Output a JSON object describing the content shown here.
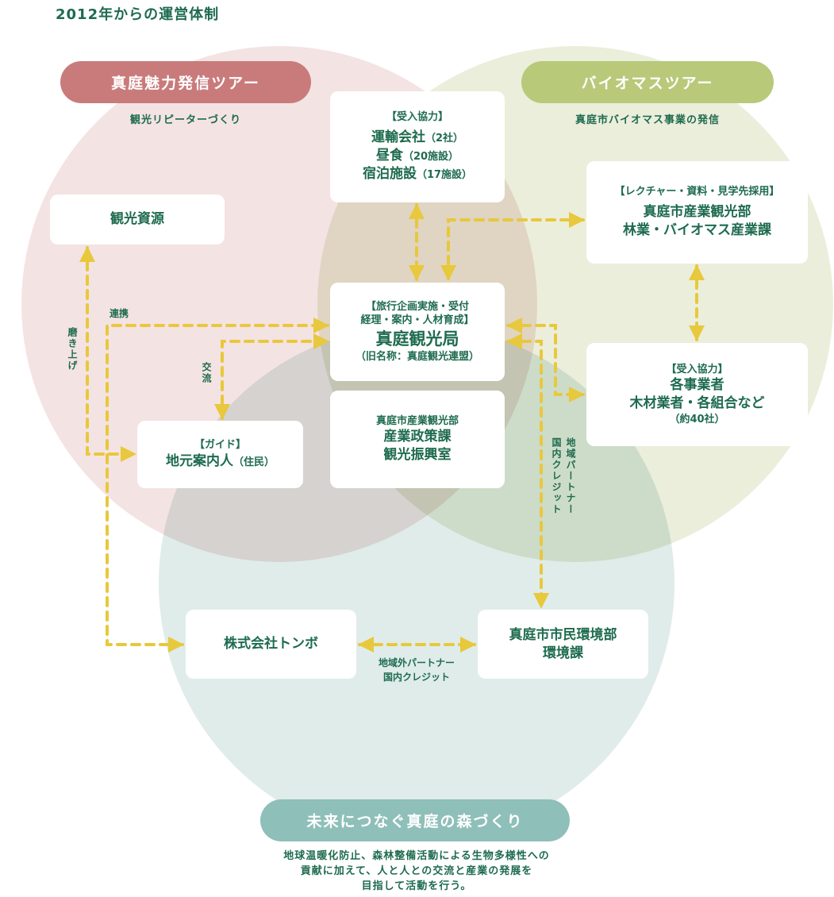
{
  "title": "2012年からの運営体制",
  "colors": {
    "pink_circle": "#f4e3e3",
    "green_circle": "#ebeedb",
    "blue_circle": "#dfecea",
    "pink_pill": "#c97b7b",
    "green_pill": "#b8c97a",
    "teal_pill": "#8fbfb9",
    "text": "#1e6b4f",
    "arrow": "#e8c83c"
  },
  "groups": {
    "pink": {
      "label": "真庭魅力発信ツアー",
      "sub": "観光リピーターづくり"
    },
    "green": {
      "label": "バイオマスツアー",
      "sub": "真庭市バイオマス事業の発信"
    },
    "teal": {
      "label": "未来につなぐ真庭の森づくり",
      "sub": [
        "地球温暖化防止、森林整備活動による生物多様性への",
        "貢献に加えて、人と人との交流と産業の発展を",
        "目指して活動を行う。"
      ]
    }
  },
  "boxes": {
    "resource": {
      "name": "観光資源"
    },
    "guide": {
      "tag": "【ガイド】",
      "name": "地元案内人",
      "note": "（住民）"
    },
    "top_cooperation": {
      "tag": "【受入協力】",
      "lines": [
        {
          "main": "運輸会社",
          "note": "（2社）"
        },
        {
          "main": "昼食",
          "note": "（20施設）"
        },
        {
          "main": "宿泊施設",
          "note": "（17施設）"
        }
      ]
    },
    "bureau": {
      "tag1": "【旅行企画実施・受付",
      "tag2": "経理・案内・人材育成】",
      "name": "真庭観光局",
      "former": "（旧名称：真庭観光連盟）"
    },
    "city_tourism": {
      "dept": "真庭市産業観光部",
      "lines": [
        "産業政策課",
        "観光振興室"
      ]
    },
    "lecture": {
      "tag": "【レクチャー・資料・見学先採用】",
      "lines": [
        "真庭市産業観光部",
        "林業・バイオマス産業課"
      ]
    },
    "businesses": {
      "tag": "【受入協力】",
      "lines": [
        "各事業者",
        "木材業者・各組合など"
      ],
      "note": "（約40社）"
    },
    "tonbo": {
      "name": "株式会社トンボ"
    },
    "environment": {
      "lines": [
        "真庭市市民環境部",
        "環境課"
      ]
    }
  },
  "labels": {
    "renkei": "連携",
    "migakiage": "磨き上げ",
    "koryu": "交流",
    "local_partner": "地域パートナー",
    "domestic_credit_v": "国内クレジット",
    "outside_partner": "地域外パートナー",
    "domestic_credit": "国内クレジット"
  }
}
